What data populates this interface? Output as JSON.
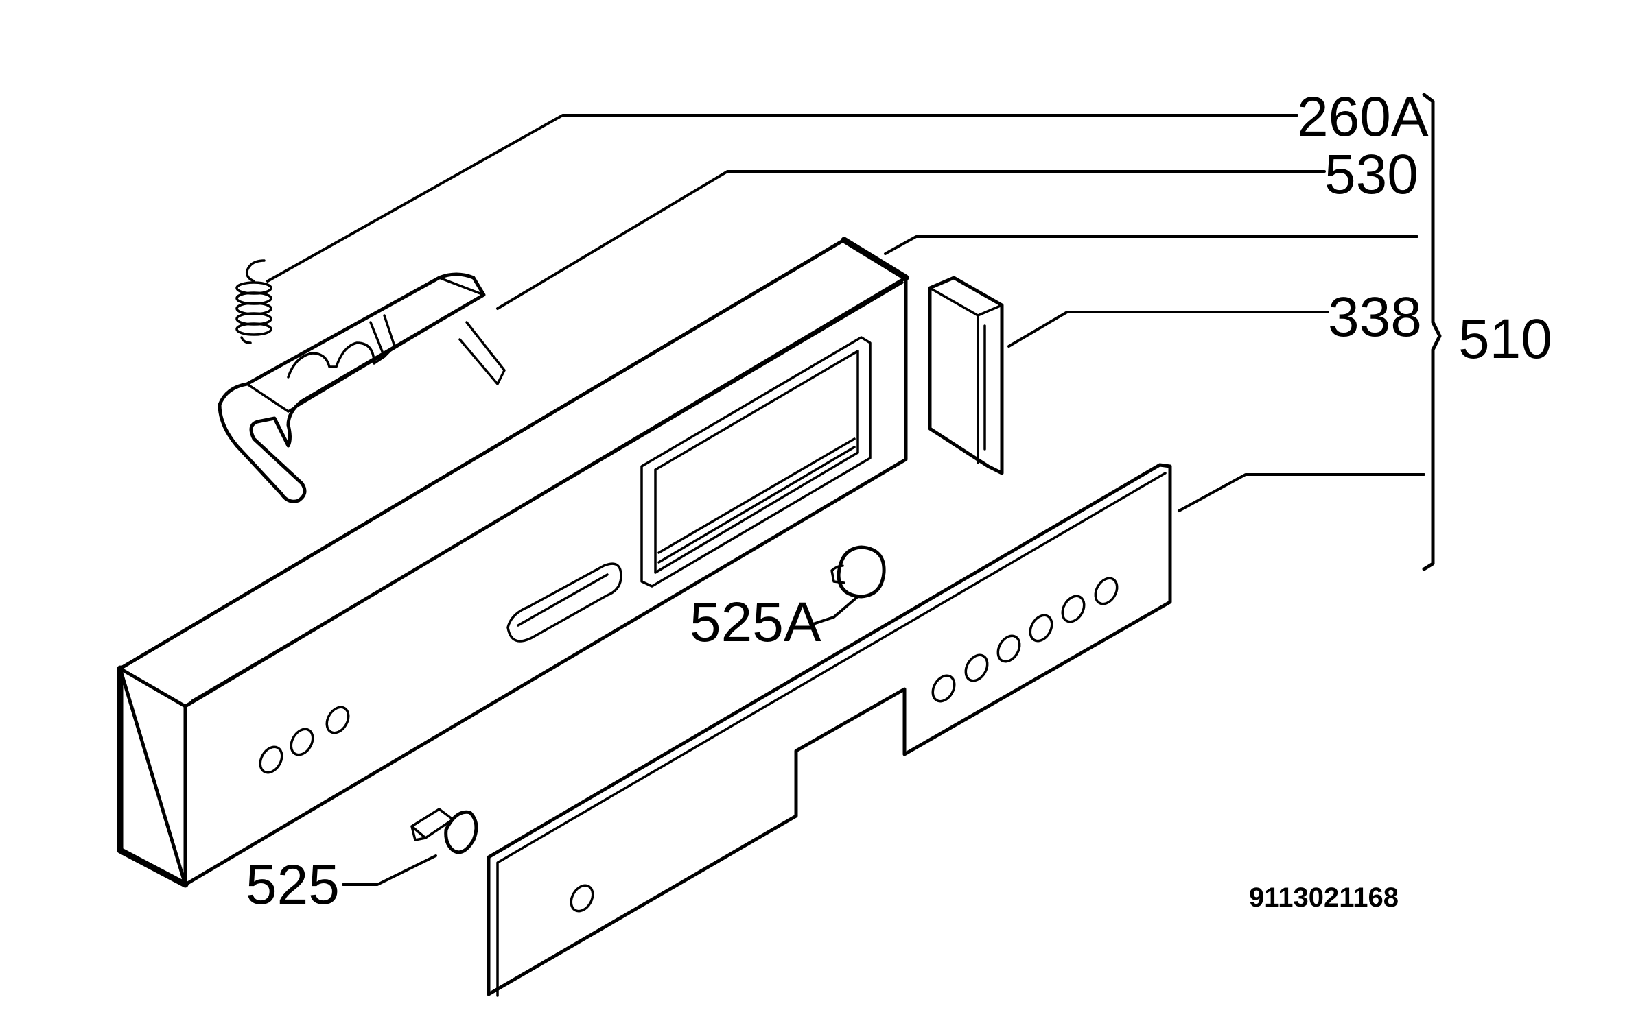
{
  "labels": {
    "p260A": "260A",
    "p530": "530",
    "p338": "338",
    "p510": "510",
    "p525A": "525A",
    "p525": "525"
  },
  "drawing_code": "9113021168"
}
